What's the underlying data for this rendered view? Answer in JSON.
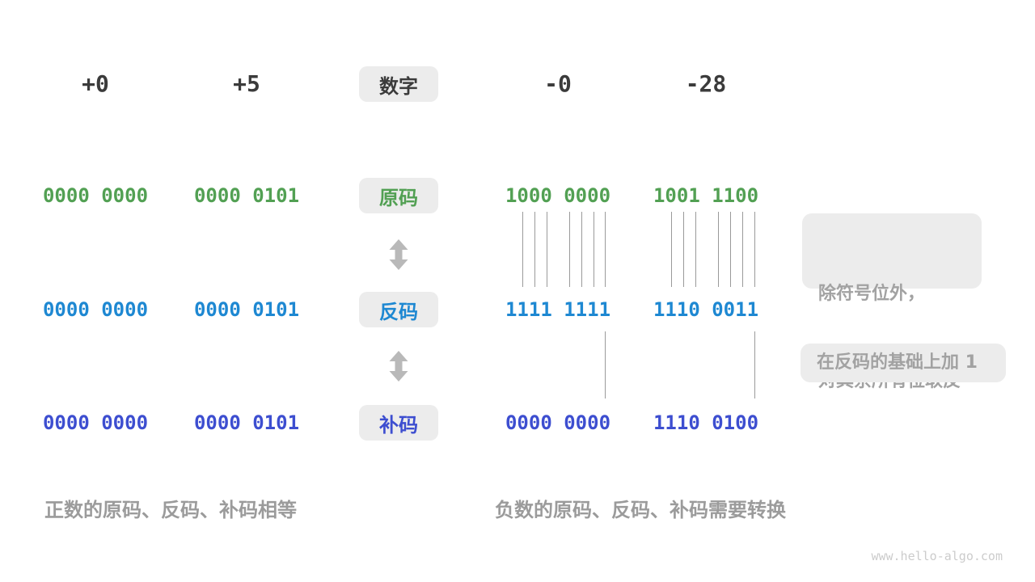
{
  "header": {
    "numbers": [
      "+0",
      "+5",
      "-0",
      "-28"
    ],
    "label": "数字"
  },
  "rows": [
    {
      "key": "sign-magnitude",
      "label": "原码",
      "color": "#52a053",
      "values": [
        "0000 0000",
        "0000 0101",
        "1000 0000",
        "1001 1100"
      ]
    },
    {
      "key": "ones-complement",
      "label": "反码",
      "color": "#1e88d2",
      "values": [
        "0000 0000",
        "0000 0101",
        "1111 1111",
        "1110 0011"
      ]
    },
    {
      "key": "twos-complement",
      "label": "补码",
      "color": "#3d4ed0",
      "values": [
        "0000 0000",
        "0000 0101",
        "0000 0000",
        "1110 0100"
      ]
    }
  ],
  "annotations": {
    "flip_line1": "除符号位外，",
    "flip_line2": "对其余所有位取反",
    "add_one": "在反码的基础上加 1"
  },
  "captions": {
    "positive": "正数的原码、反码、补码相等",
    "negative": "负数的原码、反码、补码需要转换"
  },
  "watermark": "www.hello-algo.com",
  "colors": {
    "sign_magnitude_green": "#52a053",
    "ones_complement_blue": "#1e88d2",
    "twos_complement_indigo": "#3d4ed0",
    "header_number_text": "#3b3b3b",
    "box_background": "#ececec",
    "annotation_text": "#a2a2a2",
    "caption_text": "#9b9b9b",
    "arrow_gray": "#b9b9b9",
    "line_gray": "#9a9a9a"
  }
}
